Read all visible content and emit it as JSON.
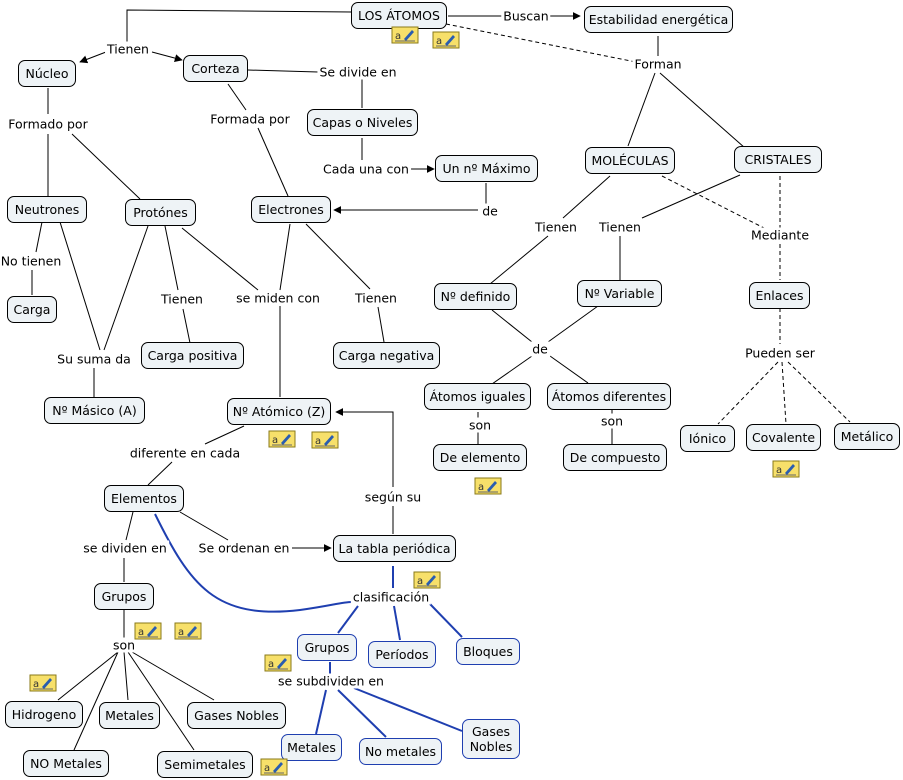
{
  "nodes": {
    "atomos": "LOS ÁTOMOS",
    "estabilidad": "Estabilidad energética",
    "nucleo": "Núcleo",
    "corteza": "Corteza",
    "capas": "Capas o Niveles",
    "maximo": "Un nº Máximo",
    "neutrones": "Neutrones",
    "protones": "Protónes",
    "electrones": "Electrones",
    "moleculas": "MOLÉCULAS",
    "cristales": "CRISTALES",
    "carga": "Carga",
    "carga_positiva": "Carga positiva",
    "carga_negativa": "Carga negativa",
    "n_definido": "Nº definido",
    "n_variable": "Nº Variable",
    "enlaces": "Enlaces",
    "masico": "Nº Másico (A)",
    "atomico": "Nº Atómico (Z)",
    "atomos_iguales": "Átomos iguales",
    "atomos_diferentes": "Átomos diferentes",
    "ionico": "Iónico",
    "covalente": "Covalente",
    "metalico": "Metálico",
    "de_elemento": "De elemento",
    "de_compuesto": "De compuesto",
    "elementos": "Elementos",
    "tabla": "La tabla periódica",
    "grupos": "Grupos",
    "grupos2": "Grupos",
    "periodos": "Períodos",
    "bloques": "Bloques",
    "hidrogeno": "Hidrogeno",
    "metales": "Metales",
    "gases_nobles": "Gases Nobles",
    "no_metales": "NO Metales",
    "semimetales": "Semimetales",
    "metales2": "Metales",
    "no_metales2": "No metales",
    "gases_nobles2_line1": "Gases",
    "gases_nobles2_line2": "Nobles"
  },
  "labels": {
    "tienen1": "Tienen",
    "buscan": "Buscan",
    "se_divide_en": "Se divide en",
    "forman": "Forman",
    "formado_por": "Formado por",
    "formada_por": "Formada por",
    "cada_una_con": "Cada una con",
    "de1": "de",
    "tienen2": "Tienen",
    "tienen3": "Tienen",
    "mediante": "Mediante",
    "no_tienen": "No tienen",
    "tienen4": "Tienen",
    "se_miden_con": "se miden con",
    "tienen5": "Tienen",
    "de2": "de",
    "su_suma_da": "Su suma da",
    "pueden_ser": "Pueden ser",
    "son1": "son",
    "son2": "son",
    "diferente_en_cada": "diferente en cada",
    "segun_su": "según su",
    "se_dividen_en": "se dividen en",
    "se_ordenan_en": "Se ordenan en",
    "clasificacion": "clasificación",
    "son3": "son",
    "se_subdividen_en": "se subdividen en"
  },
  "colors": {
    "node_fill": "#eef3f6",
    "node_border": "#000000",
    "blue_link": "#1f3fb0",
    "note_fill": "#f7e06a"
  },
  "note_icon": "annotation-note-icon"
}
